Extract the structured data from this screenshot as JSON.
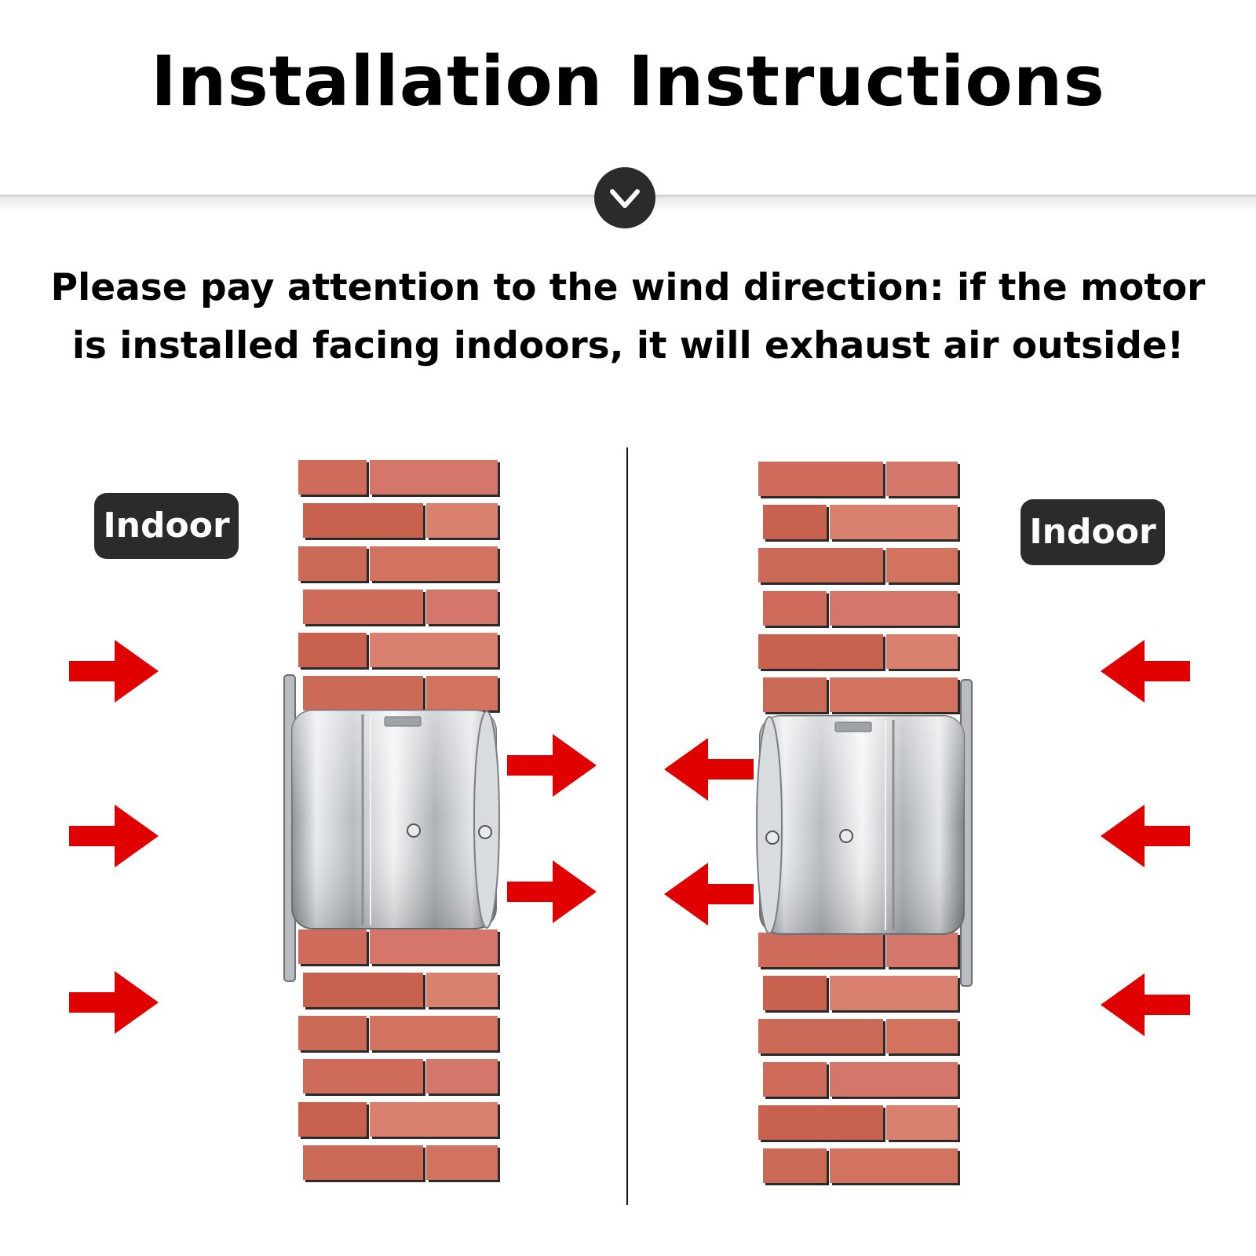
{
  "header": {
    "title": "Installation Instructions",
    "chevron_icon": "chevron-down-icon"
  },
  "instruction": {
    "line1": "Please pay attention to the wind direction: if the motor",
    "line2": "is installed facing indoors, it will exhaust air outside!"
  },
  "left_panel": {
    "label": "Indoor",
    "airflow": "left-to-right"
  },
  "right_panel": {
    "label": "Indoor",
    "airflow": "right-to-left"
  },
  "colors": {
    "arrow": "#e00000",
    "brick": "#cf6b5a",
    "mortar": "#2a2a2a",
    "badge": "#2b2b2b",
    "steel": "#c4c8cc"
  }
}
